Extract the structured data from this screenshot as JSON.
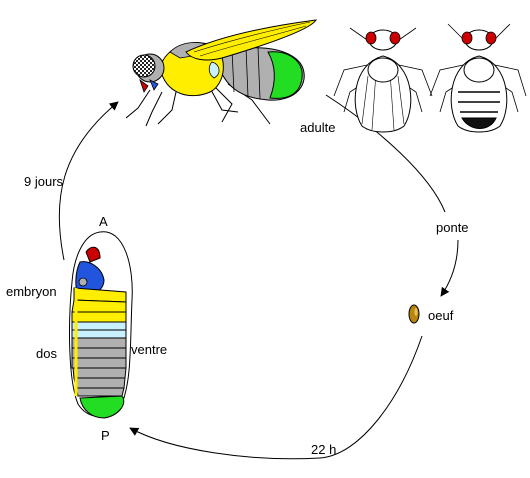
{
  "labels": {
    "adult": "adulte",
    "egg_laying": "ponte",
    "egg": "oeuf",
    "duration_embryo": "22 h",
    "duration_larva": "9 jours",
    "embryo": "embryon",
    "anterior": "A",
    "posterior": "P",
    "dorsal": "dos",
    "ventral": "ventre"
  },
  "colors": {
    "body_segments": "#b0b0b0",
    "wing": "#ffee00",
    "thorax": "#ffee00",
    "abdomen_tip": "#22dd22",
    "eye": "#cc0000",
    "head": "#2255dd",
    "amnioserosa": "#c8f0ff",
    "egg": "#b8860b",
    "arrow": "#000000"
  }
}
